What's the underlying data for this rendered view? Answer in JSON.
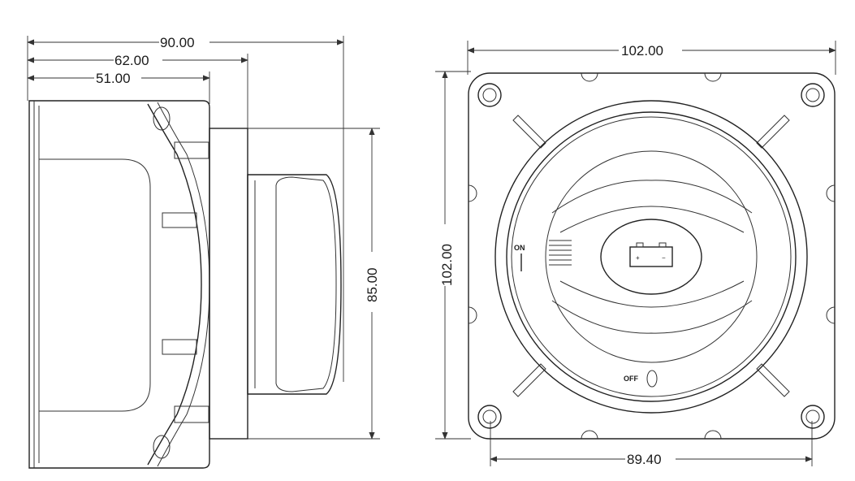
{
  "side_view": {
    "dimensions": {
      "overall_depth": "90.00",
      "mid_depth": "62.00",
      "body_depth": "51.00",
      "knob_height": "85.00"
    }
  },
  "front_view": {
    "dimensions": {
      "width": "102.00",
      "height": "102.00",
      "hole_spacing": "89.40"
    },
    "labels": {
      "on": "ON",
      "off": "OFF",
      "battery_plus": "+",
      "battery_minus": "−"
    }
  }
}
